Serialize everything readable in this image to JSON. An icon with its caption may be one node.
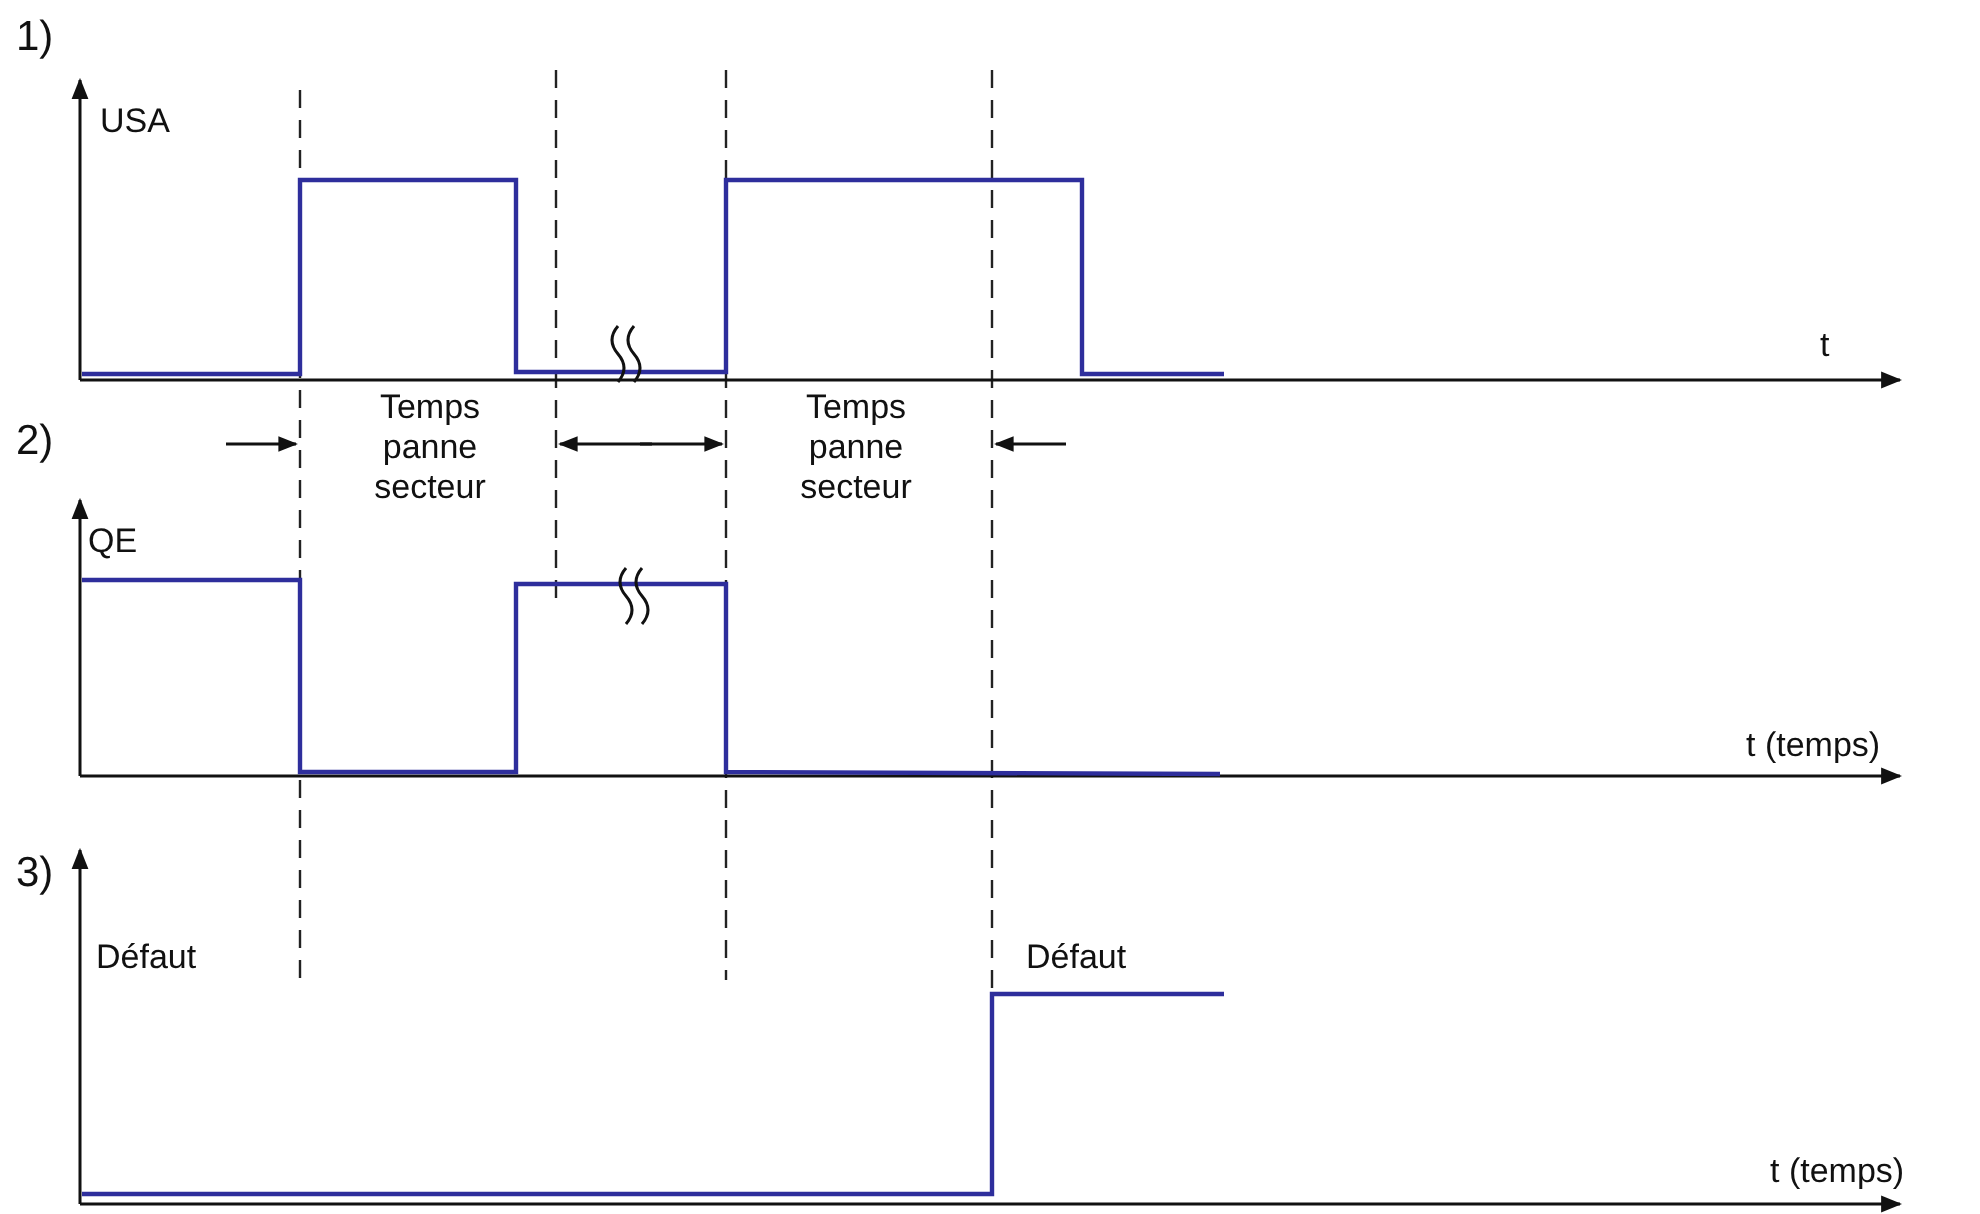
{
  "diagram": {
    "labels": [
      "1)",
      "USA",
      "t",
      "Temps panne secteur",
      "Temps panne secteur",
      "2)",
      "QE",
      "t (temps)",
      "3)",
      "Défaut",
      "Défaut",
      "t (temps)"
    ]
  }
}
